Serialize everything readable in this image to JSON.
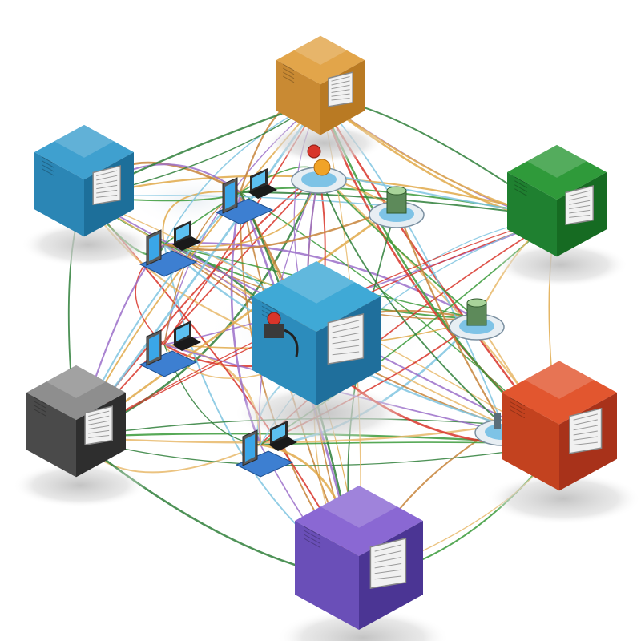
{
  "diagram": {
    "type": "network-topology",
    "nodes": [
      {
        "id": "server-orange",
        "kind": "server-cube",
        "color": "#e2a54a",
        "dark": "#b97a23",
        "side": "#c98a33"
      },
      {
        "id": "server-blue-topleft",
        "kind": "server-cube",
        "color": "#3fa0cf",
        "dark": "#1d6f9a",
        "side": "#2b86b5"
      },
      {
        "id": "server-green",
        "kind": "server-cube",
        "color": "#2f9a3a",
        "dark": "#166b22",
        "side": "#1f8030"
      },
      {
        "id": "server-blue-center",
        "kind": "server-cube",
        "color": "#3fa9d6",
        "dark": "#1f6f9c",
        "side": "#2c8cbc"
      },
      {
        "id": "server-gray",
        "kind": "server-cube",
        "color": "#8e8e8e",
        "dark": "#2e2e2e",
        "side": "#4a4a4a"
      },
      {
        "id": "server-red",
        "kind": "server-cube",
        "color": "#e2562f",
        "dark": "#a8321a",
        "side": "#c3421f"
      },
      {
        "id": "server-purple",
        "kind": "server-cube",
        "color": "#8a68d3",
        "dark": "#4b3594",
        "side": "#6a4fb8"
      }
    ],
    "devices": [
      {
        "id": "workstation-1",
        "kind": "tablet-laptop"
      },
      {
        "id": "workstation-2",
        "kind": "tablet-laptop"
      },
      {
        "id": "workstation-3",
        "kind": "tablet-laptop"
      },
      {
        "id": "workstation-4",
        "kind": "tablet-laptop"
      },
      {
        "id": "hub-red-globe",
        "kind": "hub-disc"
      },
      {
        "id": "hub-green-barrel-top",
        "kind": "hub-disc"
      },
      {
        "id": "hub-green-barrel-right",
        "kind": "hub-disc"
      },
      {
        "id": "hub-tool-right",
        "kind": "hub-disc"
      }
    ],
    "link_colors": [
      "#e0a94a",
      "#3a9a3a",
      "#d8352a",
      "#7fc4e0",
      "#9b6fc9",
      "#c7843a",
      "#e7b86a",
      "#2f7f3a"
    ]
  }
}
